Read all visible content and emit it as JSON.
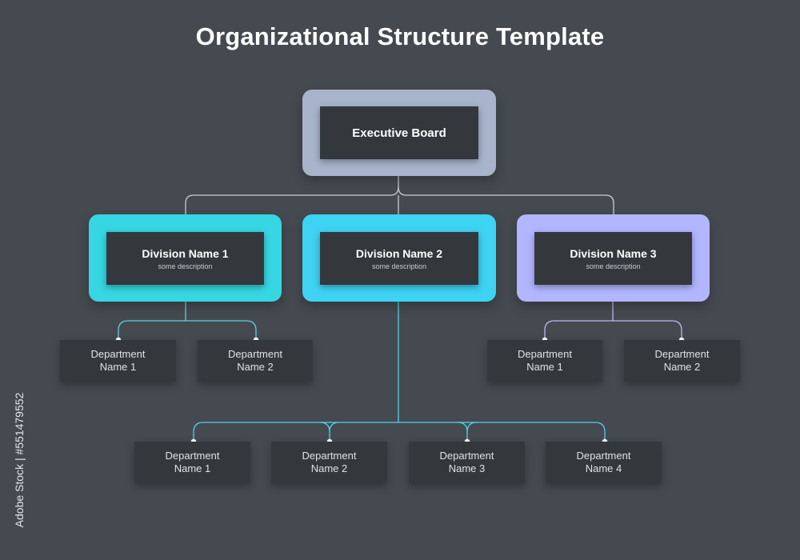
{
  "title": "Organizational Structure Template",
  "colors": {
    "background": "#454a50",
    "box": "#34383d",
    "executive_frame": "#a7b4cc",
    "division1_frame": "#36d6e2",
    "division2_frame": "#3ed3f3",
    "division3_frame": "#b2b6ff",
    "connector_exec": "#c5ccd8",
    "connector_div1": "#5fd4dc",
    "connector_div2": "#4fd0ec",
    "connector_div3": "#b8bcec"
  },
  "executive": {
    "label": "Executive Board"
  },
  "divisions": [
    {
      "label": "Division Name 1",
      "description": "some description"
    },
    {
      "label": "Division Name 2",
      "description": "some description"
    },
    {
      "label": "Division Name 3",
      "description": "some description"
    }
  ],
  "departments": {
    "division1": [
      {
        "line1": "Department",
        "line2": "Name 1"
      },
      {
        "line1": "Department",
        "line2": "Name 2"
      }
    ],
    "division2": [
      {
        "line1": "Department",
        "line2": "Name 1"
      },
      {
        "line1": "Department",
        "line2": "Name 2"
      },
      {
        "line1": "Department",
        "line2": "Name 3"
      },
      {
        "line1": "Department",
        "line2": "Name 4"
      }
    ],
    "division3": [
      {
        "line1": "Department",
        "line2": "Name 1"
      },
      {
        "line1": "Department",
        "line2": "Name 2"
      }
    ]
  },
  "side_credit": "Adobe Stock | #551479552"
}
